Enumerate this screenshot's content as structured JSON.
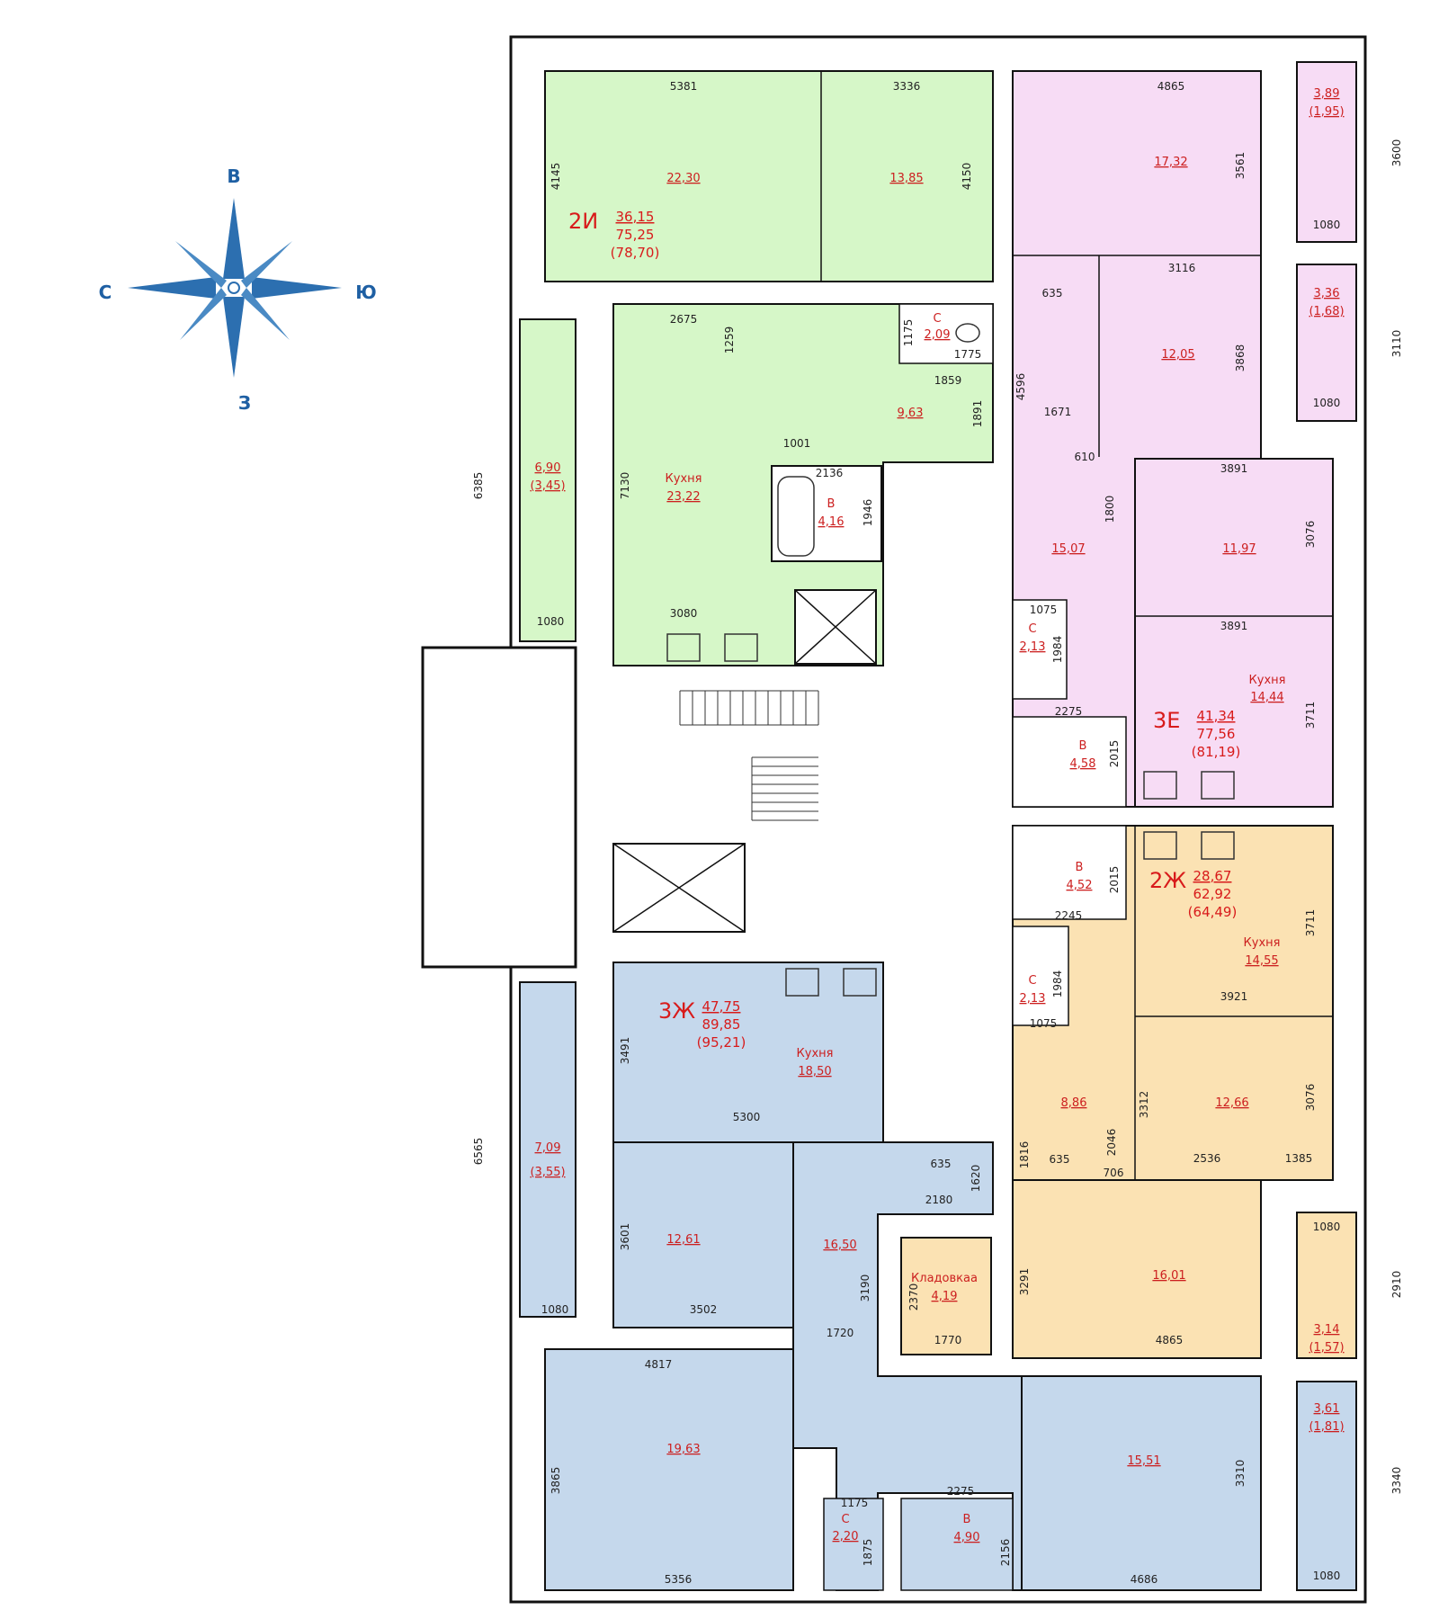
{
  "compass": {
    "north": "В",
    "south": "З",
    "west": "С",
    "east": "Ю",
    "color": "#1e5fa3"
  },
  "colors": {
    "green": "#d6f7c8",
    "pink": "#f7dcf5",
    "orange": "#fbe2b3",
    "blue": "#c5d8ec"
  },
  "apartments": {
    "a2i": {
      "code": "2И",
      "living": "36,15",
      "total": "75,25",
      "total_with_balcony": "(78,70)"
    },
    "a3e": {
      "code": "3Е",
      "living": "41,34",
      "total": "77,56",
      "total_with_balcony": "(81,19)"
    },
    "a2zh": {
      "code": "2Ж",
      "living": "28,67",
      "total": "62,92",
      "total_with_balcony": "(64,49)"
    },
    "a3zh": {
      "code": "3Ж",
      "living": "47,75",
      "total": "89,85",
      "total_with_balcony": "(95,21)"
    }
  },
  "room_labels": {
    "kitchen": "Кухня",
    "toilet": "С",
    "bath": "В",
    "storage": "Кладовкаа"
  },
  "rooms": {
    "g_room1": "22,30",
    "g_room2": "13,85",
    "g_kitchen": "23,22",
    "g_hall": "9,63",
    "g_toilet": "2,09",
    "g_bath": "4,16",
    "g_loggia": "6,90",
    "g_loggia_half": "(3,45)",
    "p_room1": "17,32",
    "p_room2": "12,05",
    "p_room3": "11,97",
    "p_kitchen": "14,44",
    "p_hall": "15,07",
    "p_toilet": "2,13",
    "p_bath": "4,58",
    "p_balc1": "3,89",
    "p_balc1_half": "(1,95)",
    "p_balc2": "3,36",
    "p_balc2_half": "(1,68)",
    "o_kitchen": "14,55",
    "o_room1": "12,66",
    "o_room2": "16,01",
    "o_hall": "8,86",
    "o_toilet": "2,13",
    "o_bath": "4,52",
    "o_storage": "4,19",
    "o_balc": "3,14",
    "o_balc_half": "(1,57)",
    "b_kitchen": "18,50",
    "b_room1": "12,61",
    "b_room2": "19,63",
    "b_room3": "15,51",
    "b_hall": "16,50",
    "b_toilet": "2,20",
    "b_bath": "4,90",
    "b_loggia": "7,09",
    "b_loggia_half": "(3,55)",
    "b_balc": "3,61",
    "b_balc_half": "(1,81)"
  },
  "dims": {
    "d5381": "5381",
    "d3336": "3336",
    "d4145": "4145",
    "d4150": "4150",
    "d2675": "2675",
    "d1259": "1259",
    "d1175a": "1175",
    "d1775": "1775",
    "d1859": "1859",
    "d1891": "1891",
    "d1001": "1001",
    "d2136": "2136",
    "d1946": "1946",
    "d7130": "7130",
    "d3080": "3080",
    "d6385": "6385",
    "d1080a": "1080",
    "d4865a": "4865",
    "d3561": "3561",
    "d3600": "3600",
    "d1080b": "1080",
    "d635a": "635",
    "d3116": "3116",
    "d3868": "3868",
    "d3110": "3110",
    "d1080c": "1080",
    "d4596": "4596",
    "d1671": "1671",
    "d610": "610",
    "d3891a": "3891",
    "d1800": "1800",
    "d3076a": "3076",
    "d1075a": "1075",
    "d1984a": "1984",
    "d3891b": "3891",
    "d3711a": "3711",
    "d2275a": "2275",
    "d2015a": "2015",
    "d2015b": "2015",
    "d2245": "2245",
    "d3711b": "3711",
    "d1984b": "1984",
    "d1075b": "1075",
    "d3921": "3921",
    "d3312": "3312",
    "d3076b": "3076",
    "d2046": "2046",
    "d1816": "1816",
    "d635b": "635",
    "d706": "706",
    "d2536": "2536",
    "d1385": "1385",
    "d1080d": "1080",
    "d2910": "2910",
    "d3291": "3291",
    "d4865b": "4865",
    "d2370": "2370",
    "d1770": "1770",
    "d3491": "3491",
    "d6565": "6565",
    "d5300": "5300",
    "d635c": "635",
    "d1620": "1620",
    "d2180": "2180",
    "d3601": "3601",
    "d3502": "3502",
    "d1080e": "1080",
    "d3190": "3190",
    "d1720": "1720",
    "d4817": "4817",
    "d3865": "3865",
    "d5356": "5356",
    "d1175b": "1175",
    "d1875": "1875",
    "d2275b": "2275",
    "d2156": "2156",
    "d3310": "3310",
    "d4686": "4686",
    "d3340": "3340",
    "d1080f": "1080"
  }
}
